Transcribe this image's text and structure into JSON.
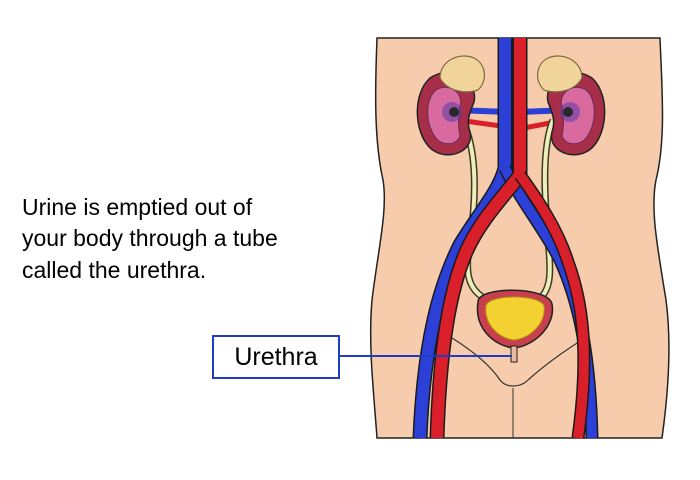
{
  "caption": {
    "lines": [
      "Urine is emptied out of",
      "your body through a tube",
      "called the urethra."
    ]
  },
  "label": {
    "text": "Urethra"
  },
  "colors": {
    "skin": "#f7ccad",
    "skin_outline": "#222222",
    "vein": "#2c3fd6",
    "artery": "#d9202a",
    "kidney": "#a72e48",
    "adrenal": "#f1d49a",
    "ureter": "#eeeebb",
    "bladder": "#f2d130",
    "label_border": "#1f3dc4"
  }
}
